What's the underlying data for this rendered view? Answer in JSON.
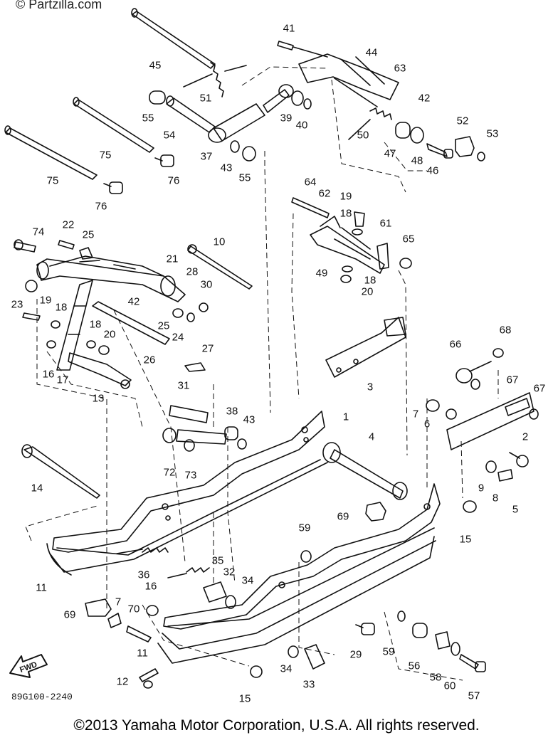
{
  "watermark": "© Partzilla.com",
  "drawing_code": "89G100-2240",
  "fwd_label": "FWD",
  "copyright": "©2013 Yamaha Motor Corporation, U.S.A. All rights reserved.",
  "callouts": [
    "41",
    "44",
    "63",
    "45",
    "51",
    "42",
    "55",
    "39",
    "40",
    "50",
    "52",
    "53",
    "54",
    "75",
    "75",
    "37",
    "43",
    "55",
    "47",
    "48",
    "46",
    "76",
    "76",
    "64",
    "62",
    "19",
    "18",
    "61",
    "65",
    "74",
    "22",
    "25",
    "10",
    "21",
    "28",
    "49",
    "18",
    "20",
    "23",
    "19",
    "18",
    "42",
    "30",
    "25",
    "24",
    "18",
    "20",
    "27",
    "26",
    "16",
    "17",
    "3",
    "68",
    "13",
    "31",
    "66",
    "67",
    "67",
    "38",
    "43",
    "7",
    "6",
    "2",
    "14",
    "72",
    "73",
    "4",
    "1",
    "69",
    "9",
    "8",
    "5",
    "59",
    "15",
    "11",
    "36",
    "35",
    "32",
    "34",
    "16",
    "7",
    "69",
    "70",
    "29",
    "59",
    "56",
    "58",
    "60",
    "34",
    "11",
    "12",
    "33",
    "15",
    "57"
  ]
}
